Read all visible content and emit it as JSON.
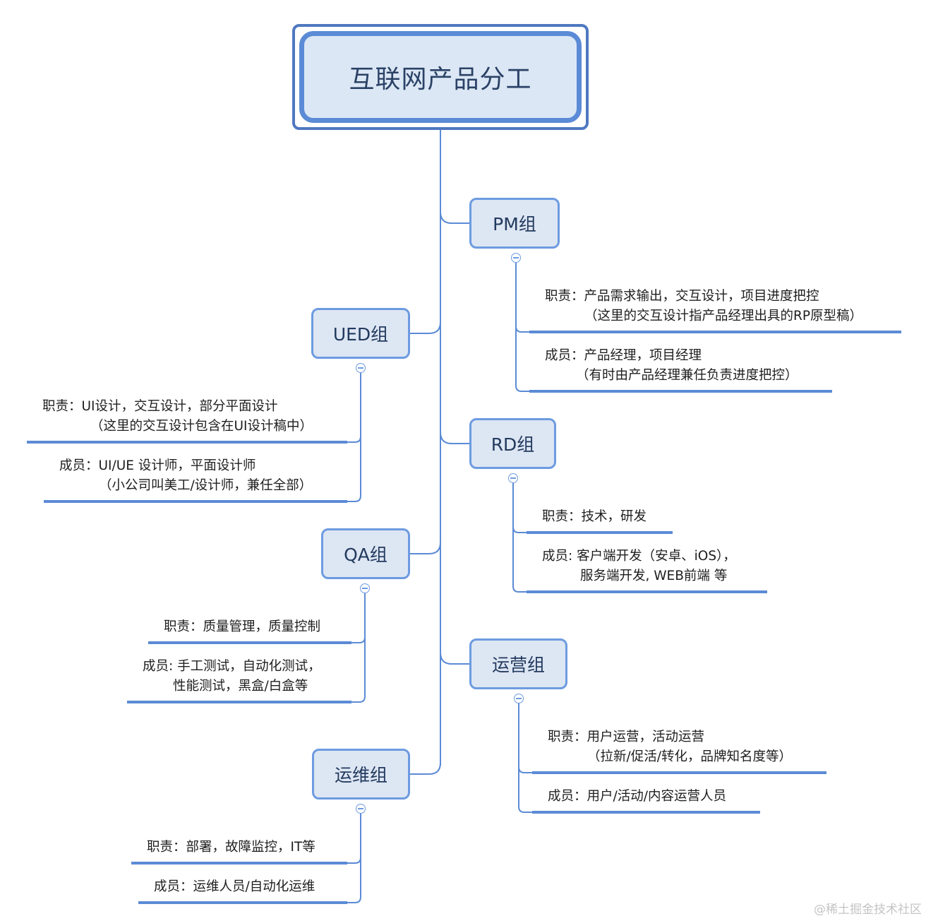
{
  "root": {
    "title": "互联网产品分工"
  },
  "groups": [
    {
      "name": "PM组",
      "duty": {
        "line1": "职责：产品需求输出，交互设计，项目进度把控",
        "line2": "（这里的交互设计指产品经理出具的RP原型稿）"
      },
      "members": {
        "line1": "成员：产品经理，项目经理",
        "line2": "（有时由产品经理兼任负责进度把控）"
      }
    },
    {
      "name": "UED组",
      "duty": {
        "line1": "职责：UI设计，交互设计，部分平面设计",
        "line2": "（这里的交互设计包含在UI设计稿中）"
      },
      "members": {
        "line1": "成员：UI/UE 设计师，平面设计师",
        "line2": "（小公司叫美工/设计师，兼任全部）"
      }
    },
    {
      "name": "RD组",
      "duty": {
        "line1": "职责：技术，研发"
      },
      "members": {
        "line1": "成员: 客户端开发（安卓、iOS），",
        "line2": "服务端开发, WEB前端 等"
      }
    },
    {
      "name": "QA组",
      "duty": {
        "line1": "职责：质量管理，质量控制"
      },
      "members": {
        "line1": "成员: 手工测试，自动化测试，",
        "line2": "性能测试，黑盒/白盒等"
      }
    },
    {
      "name": "运营组",
      "duty": {
        "line1": "职责：用户运营，活动运营",
        "line2": "（拉新/促活/转化，品牌知名度等）"
      },
      "members": {
        "line1": "成员：用户/活动/内容运营人员"
      }
    },
    {
      "name": "运维组",
      "duty": {
        "line1": "职责：部署，故障监控，IT等"
      },
      "members": {
        "line1": "成员：运维人员/自动化运维"
      }
    }
  ],
  "watermark": "@稀土掘金技术社区",
  "colors": {
    "line": "#5b8bd6",
    "node_fill": "#dde6f3",
    "node_border": "#6d9be0",
    "root_fill": "#dce7f5"
  }
}
